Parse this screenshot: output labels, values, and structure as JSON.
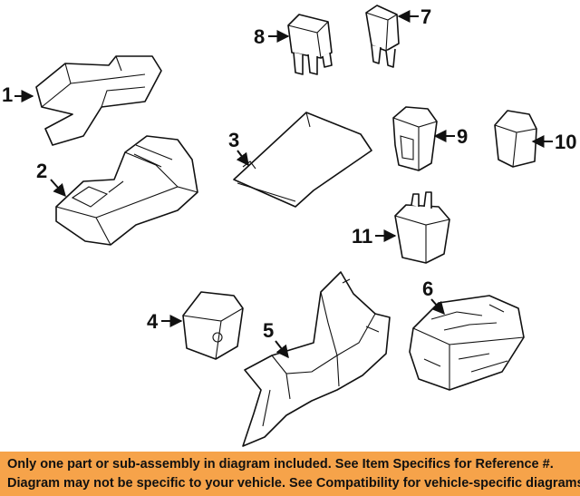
{
  "parts": [
    {
      "id": "1",
      "label": "1"
    },
    {
      "id": "2",
      "label": "2"
    },
    {
      "id": "3",
      "label": "3"
    },
    {
      "id": "4",
      "label": "4"
    },
    {
      "id": "5",
      "label": "5"
    },
    {
      "id": "6",
      "label": "6"
    },
    {
      "id": "7",
      "label": "7"
    },
    {
      "id": "8",
      "label": "8"
    },
    {
      "id": "9",
      "label": "9"
    },
    {
      "id": "10",
      "label": "10"
    },
    {
      "id": "11",
      "label": "11"
    }
  ],
  "disclaimer": {
    "line1": "Only one part or sub-assembly in diagram included. See Item Specifics for Reference #.",
    "line2": "Diagram may not be specific to your vehicle. See Compatibility for vehicle-specific diagrams."
  },
  "colors": {
    "banner": "#f6a34a",
    "ink": "#111111",
    "background": "#ffffff"
  }
}
